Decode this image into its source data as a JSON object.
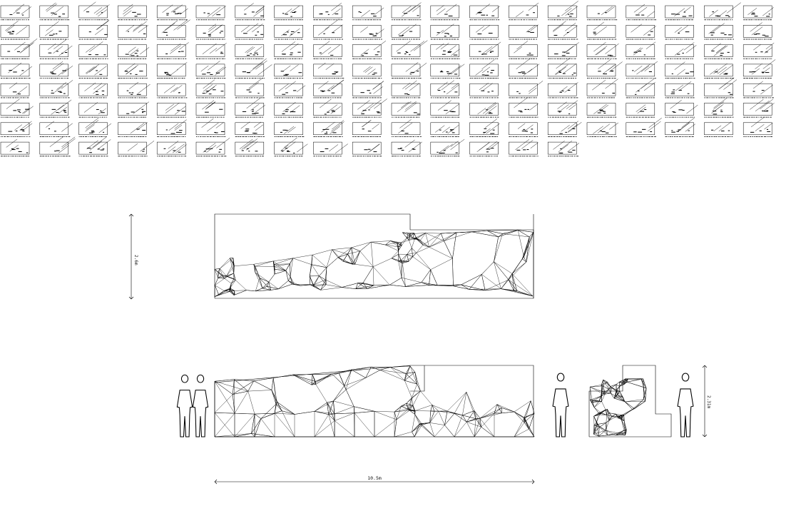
{
  "title": "",
  "panel_grid": {
    "columns": 20,
    "rows": 8,
    "count": 155,
    "captions_note": "captions unreadable at source resolution"
  },
  "drawings": {
    "plan": {
      "height_label": "2.6m"
    },
    "elevation": {
      "height_label": "2.31m",
      "length_label": "10.5m"
    }
  },
  "colors": {
    "line": "#000000",
    "paper": "#ffffff"
  }
}
